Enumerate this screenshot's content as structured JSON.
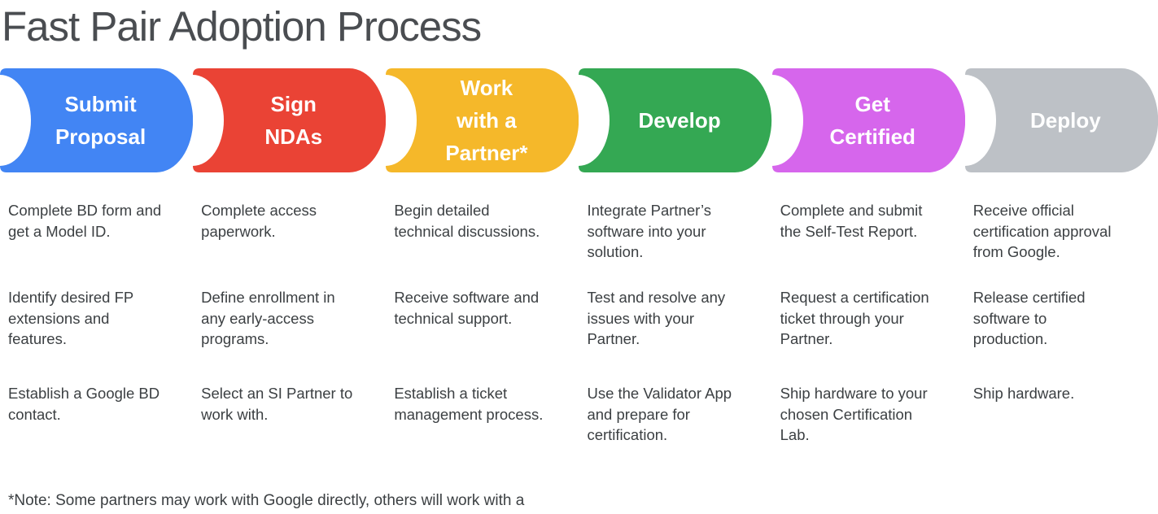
{
  "title": "Fast Pair Adoption Process",
  "steps": [
    {
      "label": "Submit\nProposal",
      "color": "#4285F4",
      "tasks": [
        "Complete BD form and\nget a Model ID.",
        "Identify desired FP\nextensions and\nfeatures.",
        "Establish a Google BD\ncontact."
      ]
    },
    {
      "label": "Sign\nNDAs",
      "color": "#EA4335",
      "tasks": [
        "Complete access\npaperwork.",
        "Define enrollment in\nany early-access\nprograms.",
        "Select an SI Partner to\nwork with."
      ]
    },
    {
      "label": "Work\nwith a\nPartner*",
      "color": "#F5B82A",
      "tasks": [
        "Begin detailed\ntechnical discussions.",
        "Receive software and\ntechnical support.",
        "Establish a ticket\nmanagement process."
      ]
    },
    {
      "label": "Develop",
      "color": "#34A853",
      "tasks": [
        "Integrate Partner’s\nsoftware into your\nsolution.",
        "Test and resolve any\nissues with your\nPartner.",
        "Use the Validator App\nand prepare for\ncertification."
      ]
    },
    {
      "label": "Get\nCertified",
      "color": "#D666EC",
      "tasks": [
        "Complete and submit\nthe Self-Test Report.",
        "Request a certification\nticket through your\nPartner.",
        "Ship hardware to your\nchosen Certification\nLab."
      ]
    },
    {
      "label": "Deploy",
      "color": "#BDC1C6",
      "tasks": [
        "Receive official\ncertification approval\nfrom Google.",
        "Release certified\nsoftware to\nproduction.",
        "Ship hardware."
      ]
    }
  ],
  "footnote": "*Note: Some partners may work with Google directly, others will work with a\nGoogle Certified Fast Pair System Integrators (SI)."
}
